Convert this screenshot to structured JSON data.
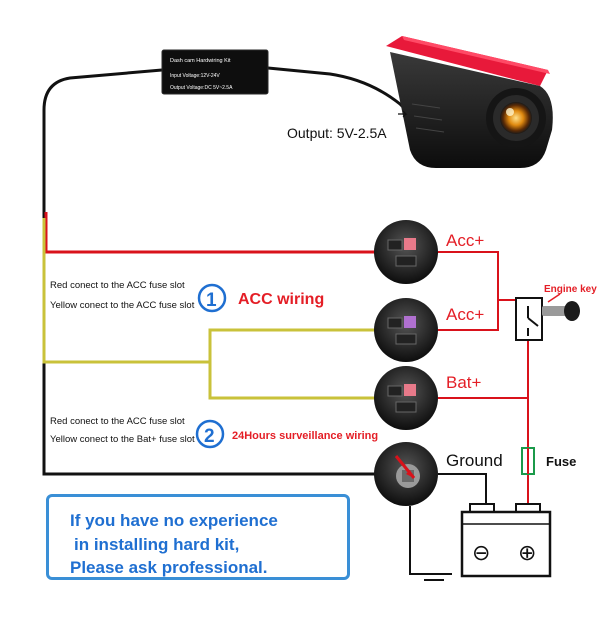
{
  "module": {
    "title": "Dash cam Hardwiring Kit",
    "input_voltage": "Input Voltage:12V-24V",
    "output_voltage": "Output Voltage:DC 5V~2.5A"
  },
  "camera": {
    "output_label": "Output: 5V-2.5A"
  },
  "fuses": {
    "acc1": "Acc+",
    "acc2": "Acc+",
    "bat": "Bat+",
    "ground": "Ground"
  },
  "wiring_options": [
    {
      "number": "1",
      "title": "ACC wiring",
      "lines": [
        "Red conect to the ACC fuse slot",
        "Yellow conect to the ACC fuse slot"
      ]
    },
    {
      "number": "2",
      "title": "24Hours surveillance wiring",
      "lines": [
        "Red conect to the ACC fuse slot",
        "Yellow conect to the Bat+ fuse slot"
      ]
    }
  ],
  "engine_key": {
    "label": "Engine key"
  },
  "fuse_label": "Fuse",
  "battery": {
    "minus": "⊖",
    "plus": "⊕"
  },
  "note": {
    "lines": [
      "If you have no experience",
      "in installing hard kit,",
      "Please ask professional."
    ]
  },
  "colors": {
    "red_wire": "#d9121b",
    "yellow_wire": "#c9c23a",
    "black_wire": "#111111",
    "accent_blue": "#1f6fd1",
    "label_red": "#e41e26"
  }
}
